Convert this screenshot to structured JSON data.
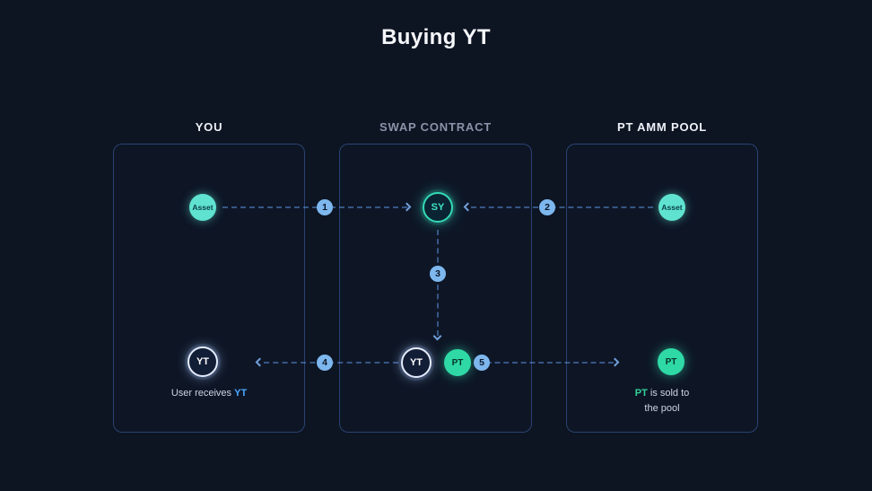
{
  "title": "Buying YT",
  "columns": {
    "you": {
      "header": "YOU",
      "tokens": {
        "asset": "Asset",
        "yt": "YT"
      },
      "caption": {
        "prefix": "User receives ",
        "highlight": "YT"
      }
    },
    "swap": {
      "header": "SWAP CONTRACT",
      "tokens": {
        "sy": "SY",
        "yt": "YT",
        "pt": "PT"
      }
    },
    "pool": {
      "header": "PT AMM POOL",
      "tokens": {
        "asset": "Asset",
        "pt": "PT"
      },
      "caption": {
        "highlight": "PT",
        "line1_rest": " is sold to",
        "line2": "the pool"
      }
    }
  },
  "steps": [
    "1",
    "2",
    "3",
    "4",
    "5"
  ],
  "colors": {
    "background": "#0d1422",
    "panel_border": "#2e4f82",
    "teal_token": "#5fe3d0",
    "green_token": "#2fd9a6",
    "dark_token": "#121d36",
    "arrow_blue": "#5a8cd6",
    "badge_blue": "#7db7ee",
    "highlight_blue": "#4aa8ff",
    "highlight_green": "#34d399"
  }
}
